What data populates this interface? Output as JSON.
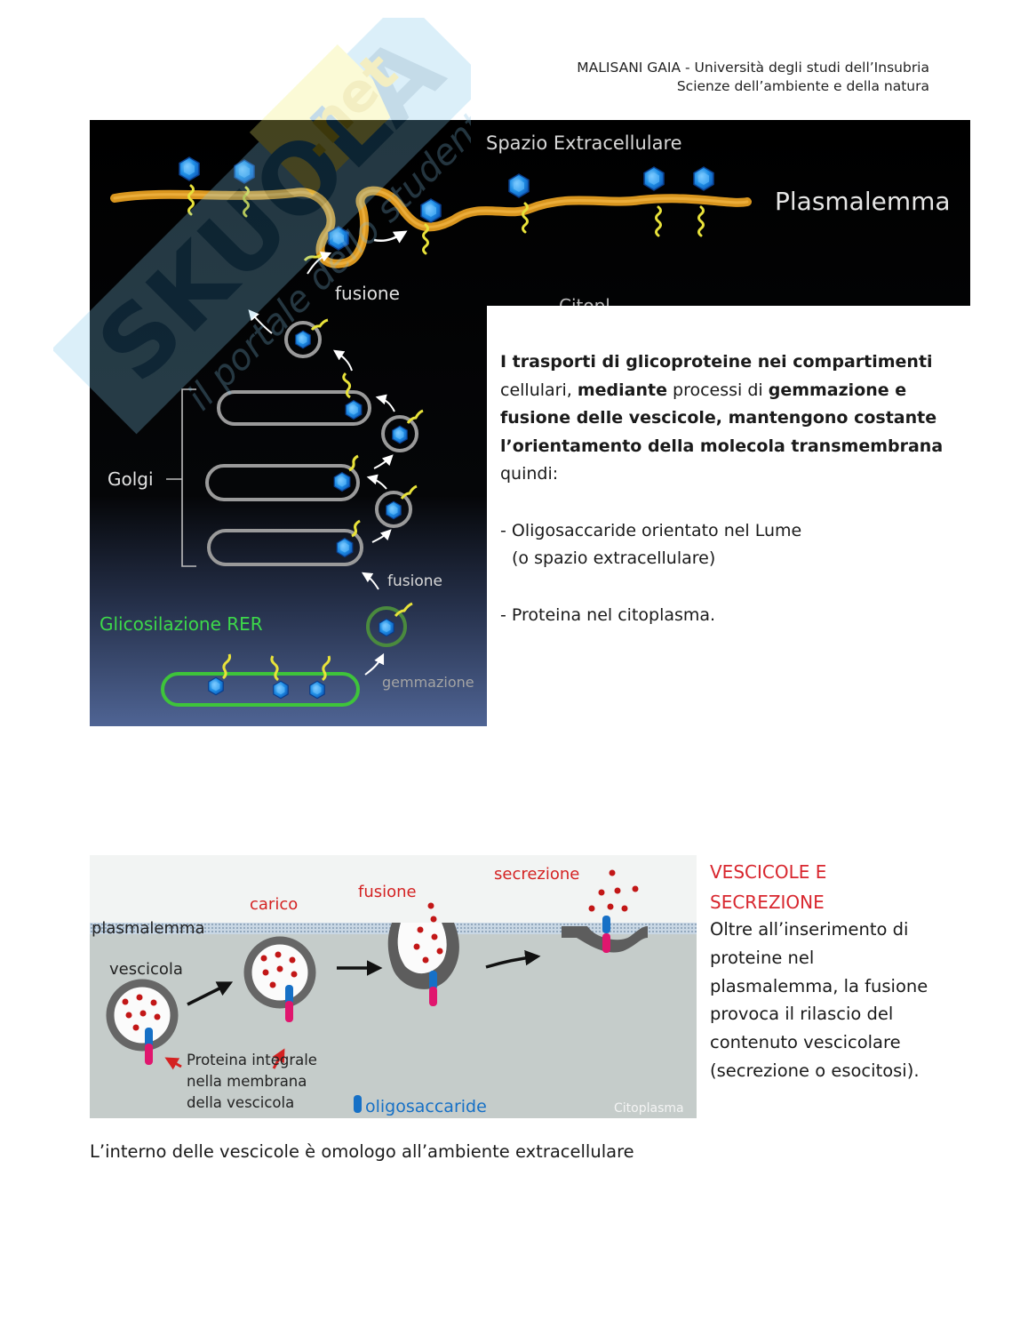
{
  "header": {
    "line1": "MALISANI GAIA - Università degli studi dell’Insubria",
    "line2": "Scienze dell’ambiente e della natura"
  },
  "watermark": {
    "brand": "SKUOLA",
    "suffix": ".net",
    "tagline": "il portale dello studente"
  },
  "figure1": {
    "label_extracellular": "Spazio Extracellulare",
    "label_plasmalemma": "Plasmalemma",
    "label_fusion_top": "fusione",
    "label_cytoplasm_partial": "Citopl",
    "label_golgi": "Golgi",
    "label_fusion_bottom": "fusione",
    "label_rer": "Glicosilazione RER",
    "label_budding": "gemmazione"
  },
  "textbox": {
    "p1_bold1": "I trasporti di glicoproteine nei compartimenti",
    "p1_plain1": "cellulari",
    "p1_comma": ", ",
    "p1_bold2": "mediante",
    "p1_plain2": " processi di ",
    "p1_bold3": "gemmazione e fusione delle vescicole, mantengono costante l’orientamento della molecola transmembrana",
    "p1_plain3": " quindi:",
    "item1_line1": "- Oligosaccaride orientato nel Lume",
    "item1_line2": "(o spazio extracellulare)",
    "item2": "- Proteina nel citoplasma."
  },
  "figure2": {
    "label_plasmalemma": "plasmalemma",
    "label_vesicle": "vescicola",
    "label_load": "carico",
    "label_fusion": "fusione",
    "label_secretion": "secrezione",
    "label_protein_l1": "Proteina integrale",
    "label_protein_l2": "nella membrana",
    "label_protein_l3": "della vescicola",
    "label_oligo": "oligosaccaride",
    "label_cytoplasm": "Citoplasma"
  },
  "section": {
    "title_l1": "VESCICOLE E",
    "title_l2": "SECREZIONE",
    "body": "Oltre all’inserimento di proteine nel plasmalemma, la fusione provoca il rilascio del contenuto vescicolare (secrezione o esocitosi)."
  },
  "footer": {
    "text": "L’interno delle vescicole è omologo all’ambiente extracellulare"
  }
}
